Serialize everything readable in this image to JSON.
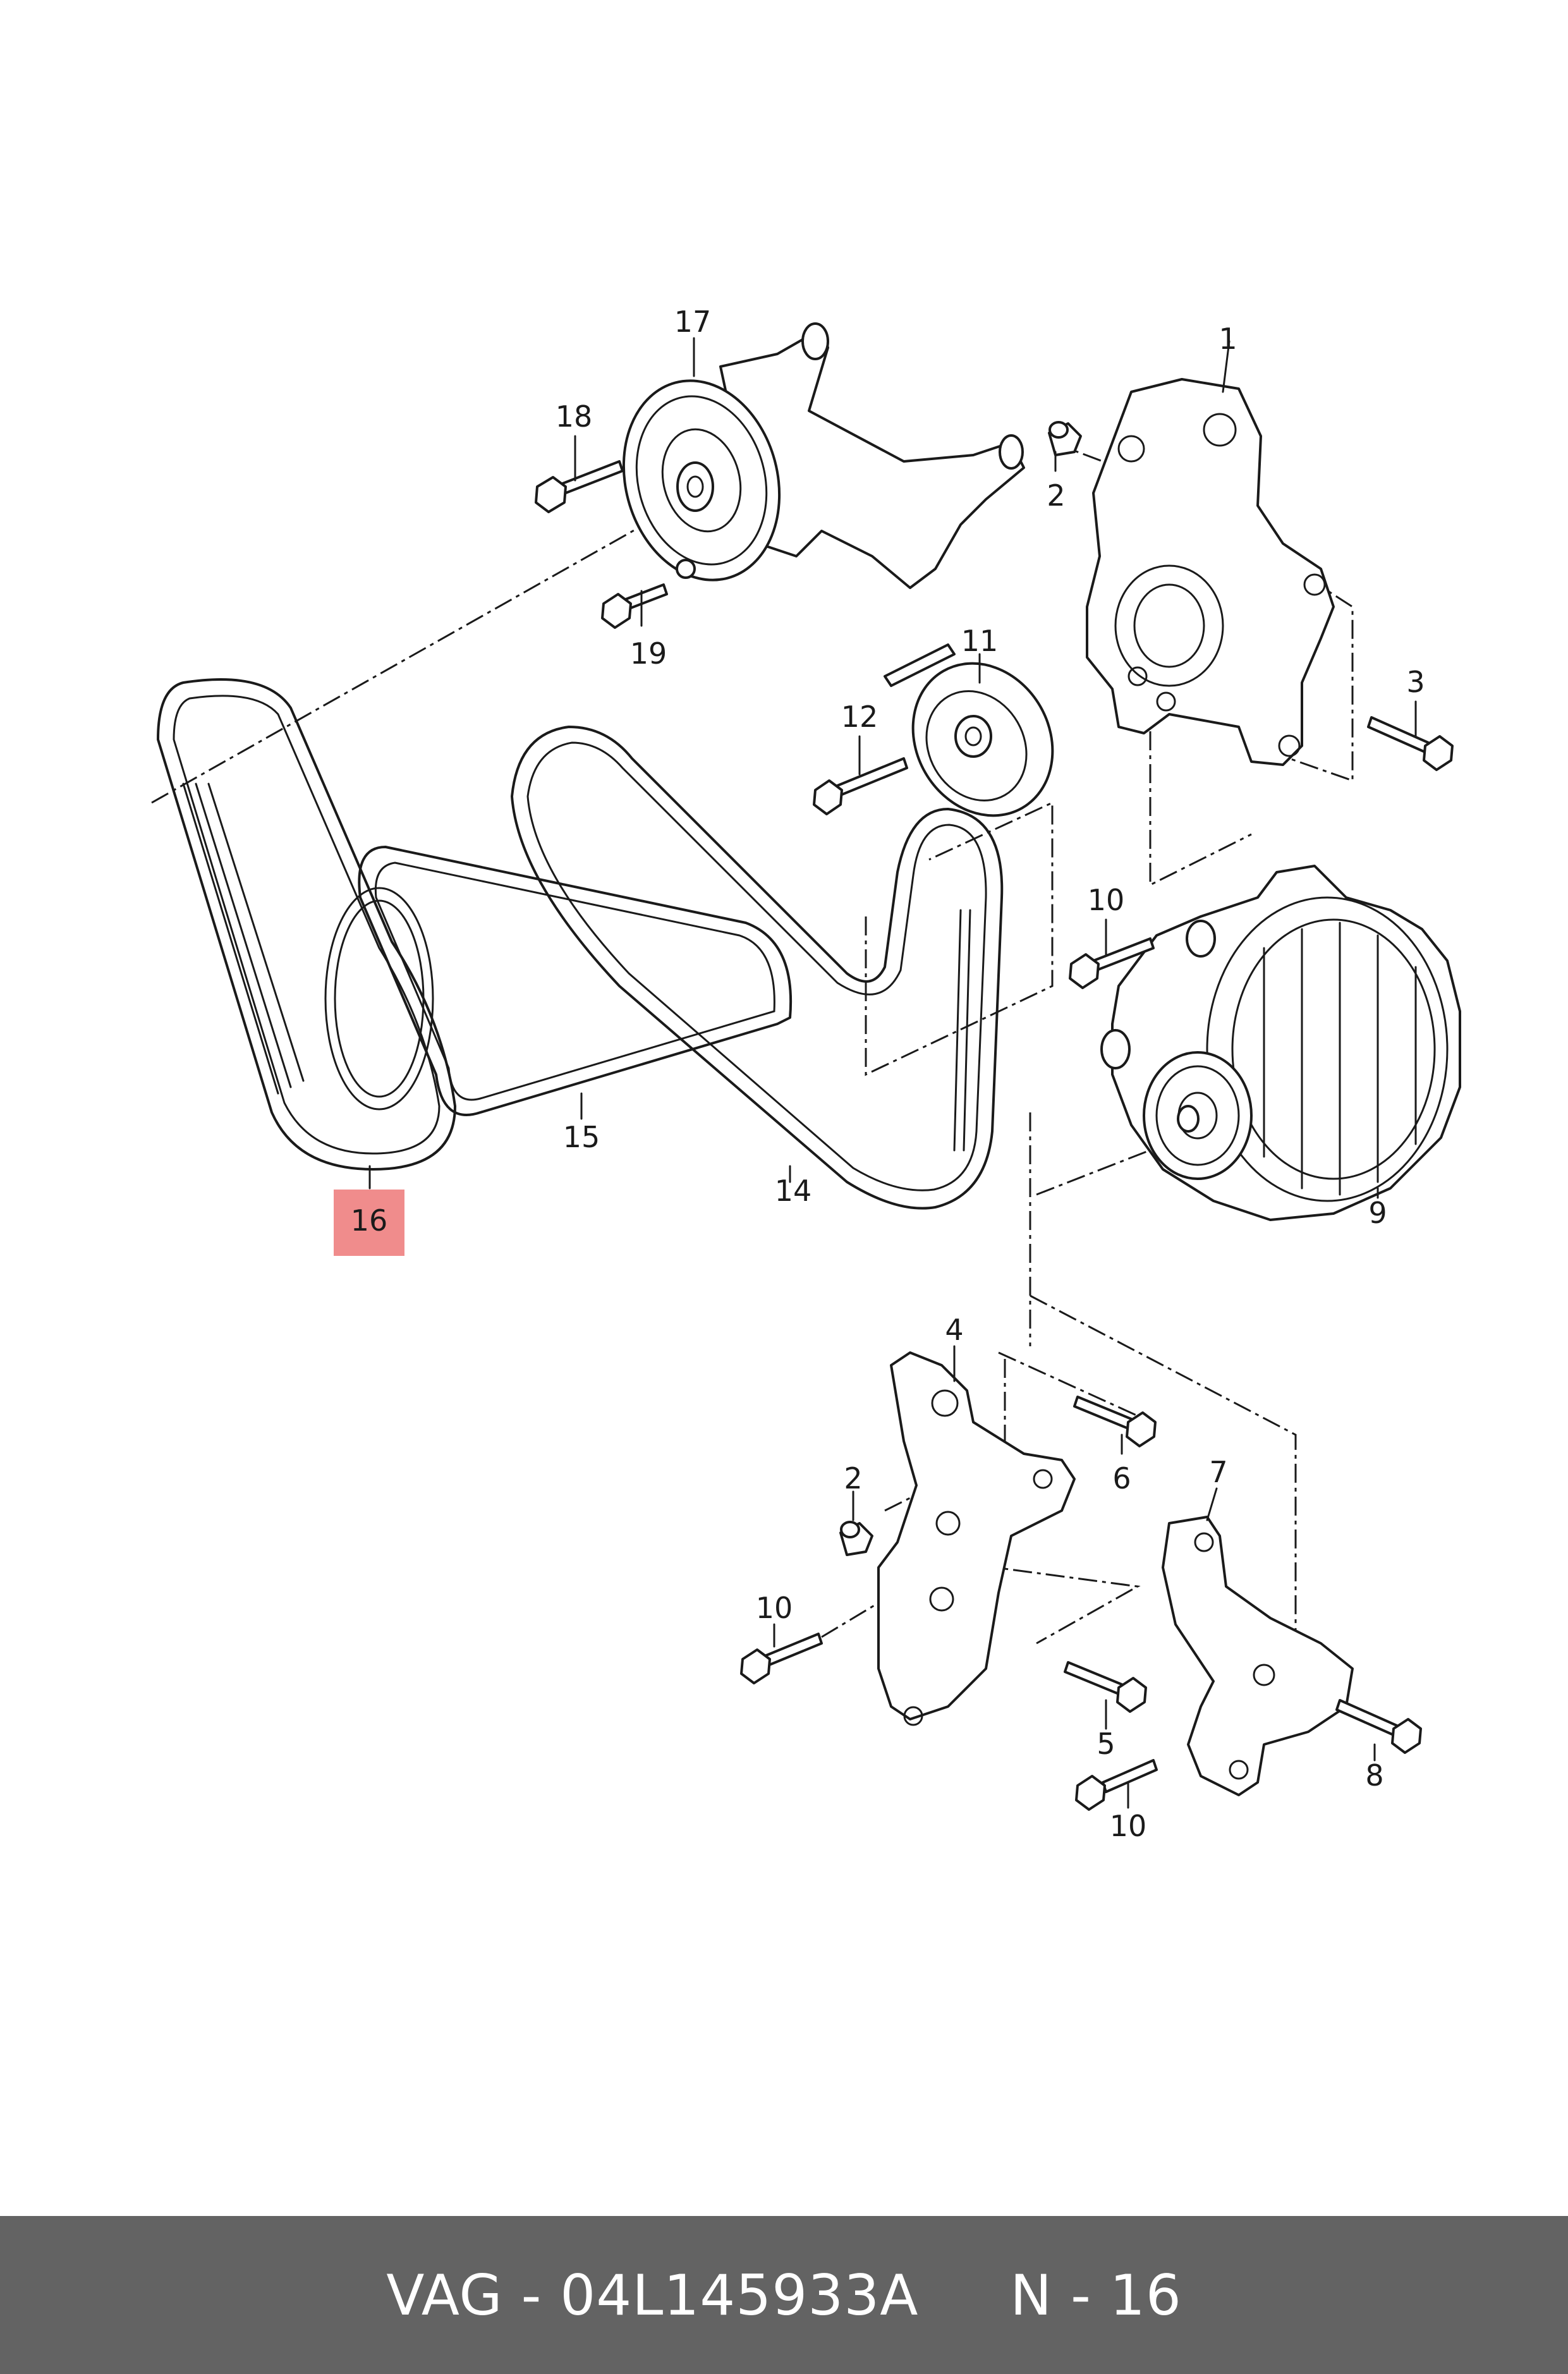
{
  "labels": {
    "p1": "1",
    "p2a": "2",
    "p2b": "2",
    "p3": "3",
    "p4": "4",
    "p5": "5",
    "p6": "6",
    "p7": "7",
    "p8": "8",
    "p9": "9",
    "p10a": "10",
    "p10b": "10",
    "p10c": "10",
    "p11": "11",
    "p12": "12",
    "p14": "14",
    "p15": "15",
    "p16": "16",
    "p17": "17",
    "p18": "18",
    "p19": "19"
  },
  "highlight": {
    "color": "#f08c8c"
  },
  "footer": {
    "text": "VAG - 04L145933A     N - 16",
    "background": "#636363"
  }
}
